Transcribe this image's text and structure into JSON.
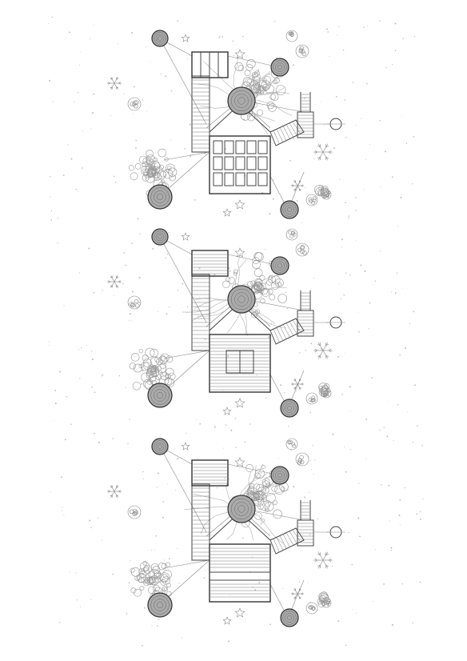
{
  "sheet": {
    "background": "#ffffff",
    "line_color": "#333333",
    "trunk_fill": "#aaaaaa"
  },
  "plans": [
    {
      "id": "plan-top",
      "variant": "frame"
    },
    {
      "id": "plan-middle",
      "variant": "clad"
    },
    {
      "id": "plan-bottom",
      "variant": "open"
    }
  ],
  "icons": [
    "tree-trunk-icon",
    "tree-canopy-icon",
    "star-plant-icon",
    "shrub-icon",
    "ladder-icon",
    "stair-icon",
    "rope-swing-icon"
  ]
}
